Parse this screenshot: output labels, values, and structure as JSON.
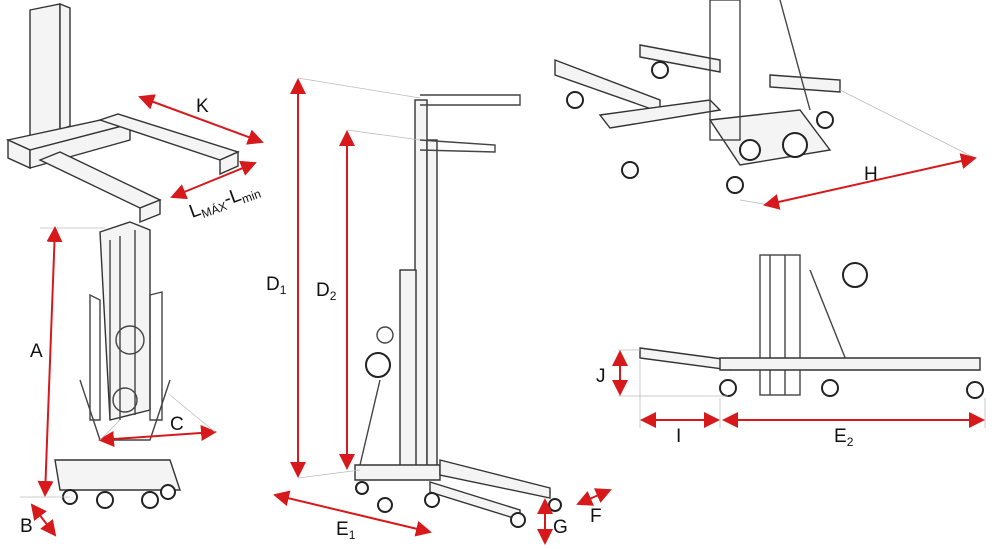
{
  "colors": {
    "dimension": "#d7191c",
    "line": "#444444"
  },
  "labels": {
    "K": {
      "main": "K"
    },
    "L": {
      "a": "L",
      "a_sub": "MÁX",
      "dash": "-",
      "b": "L",
      "b_sub": "min"
    },
    "A": {
      "main": "A"
    },
    "B": {
      "main": "B"
    },
    "C": {
      "main": "C"
    },
    "D1": {
      "main": "D",
      "sub": "1"
    },
    "D2": {
      "main": "D",
      "sub": "2"
    },
    "E1": {
      "main": "E",
      "sub": "1"
    },
    "G": {
      "main": "G"
    },
    "F": {
      "main": "F"
    },
    "H": {
      "main": "H"
    },
    "J": {
      "main": "J"
    },
    "I": {
      "main": "I"
    },
    "E2": {
      "main": "E",
      "sub": "2"
    }
  }
}
